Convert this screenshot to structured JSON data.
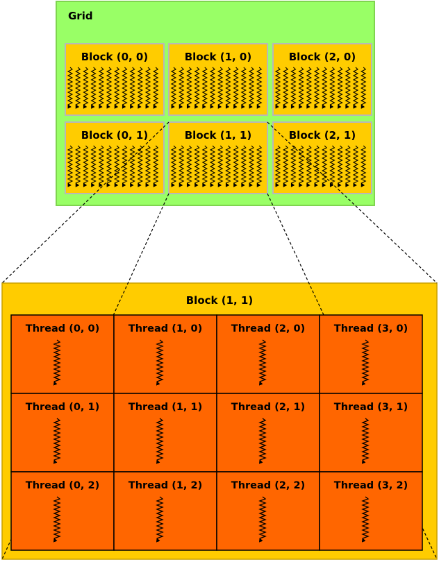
{
  "grid": {
    "label": "Grid",
    "color": "#99ff66",
    "blocks": [
      {
        "label": "Block (0, 0)"
      },
      {
        "label": "Block (1, 0)"
      },
      {
        "label": "Block (2, 0)"
      },
      {
        "label": "Block (0, 1)"
      },
      {
        "label": "Block (1, 1)"
      },
      {
        "label": "Block (2, 1)"
      }
    ]
  },
  "block_color": "#ffcc00",
  "thread_color": "#ff6600",
  "expanded_block": {
    "label": "Block (1, 1)",
    "threads": [
      {
        "label": "Thread (0, 0)"
      },
      {
        "label": "Thread (1, 0)"
      },
      {
        "label": "Thread (2, 0)"
      },
      {
        "label": "Thread (3, 0)"
      },
      {
        "label": "Thread (0, 1)"
      },
      {
        "label": "Thread (1, 1)"
      },
      {
        "label": "Thread (2, 1)"
      },
      {
        "label": "Thread (3, 1)"
      },
      {
        "label": "Thread (0, 2)"
      },
      {
        "label": "Thread (1, 2)"
      },
      {
        "label": "Thread (2, 2)"
      },
      {
        "label": "Thread (3, 2)"
      }
    ]
  }
}
